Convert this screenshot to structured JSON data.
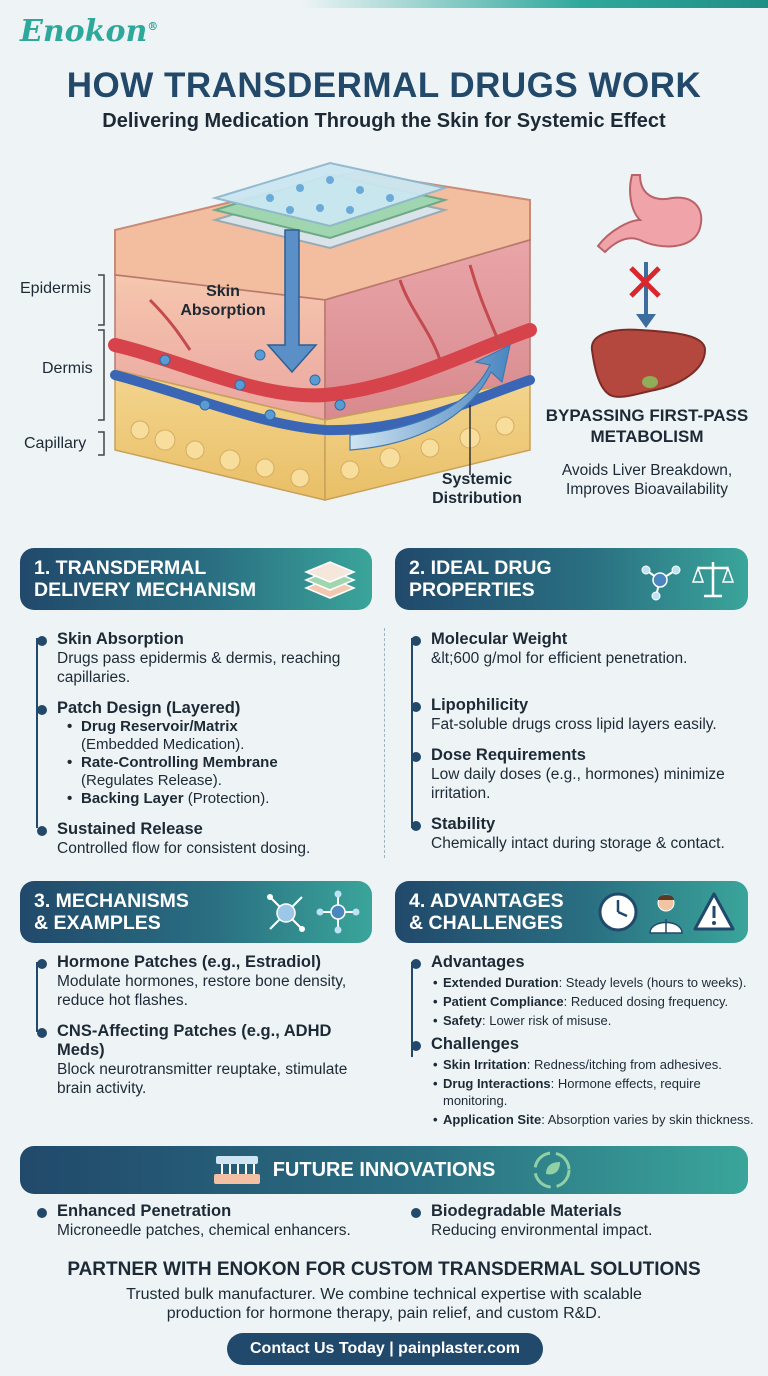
{
  "brand": {
    "logo": "Enokon",
    "reg": "®"
  },
  "header": {
    "title": "HOW TRANSDERMAL DRUGS WORK",
    "subtitle": "Delivering Medication Through the Skin for Systemic Effect"
  },
  "hero": {
    "labels": {
      "epidermis": "Epidermis",
      "dermis": "Dermis",
      "capillary": "Capillary"
    },
    "skin_absorption": [
      "Skin",
      "Absorption"
    ],
    "systemic_distribution": [
      "Systemic",
      "Distribution"
    ],
    "bypass_title": [
      "BYPASSING FIRST-PASS",
      "METABOLISM"
    ],
    "bypass_text": [
      "Avoids Liver Breakdown,",
      "Improves Bioavailability"
    ]
  },
  "sections": {
    "s1": {
      "header": [
        "1. TRANSDERMAL",
        "DELIVERY MECHANISM"
      ],
      "items": [
        {
          "title": "Skin Absorption",
          "text": "Drugs pass epidermis & dermis, reaching capillaries."
        },
        {
          "title": "Patch Design (Layered)",
          "subs": [
            {
              "bold": "Drug Reservoir/Matrix",
              "rest": "(Embedded Medication)."
            },
            {
              "bold": "Rate-Controlling Membrane",
              "rest": "(Regulates Release)."
            },
            {
              "bold": "Backing Layer",
              "rest": " (Protection)."
            }
          ]
        },
        {
          "title": "Sustained Release",
          "text": "Controlled flow for consistent dosing."
        }
      ]
    },
    "s2": {
      "header": [
        "2. IDEAL DRUG",
        "PROPERTIES"
      ],
      "items": [
        {
          "title": "Molecular Weight",
          "text": "&lt;600 g/mol for efficient penetration."
        },
        {
          "title": "Lipophilicity",
          "text": "Fat-soluble drugs cross lipid layers easily."
        },
        {
          "title": "Dose Requirements",
          "text": "Low daily doses (e.g., hormones) minimize irritation."
        },
        {
          "title": "Stability",
          "text": "Chemically intact during storage & contact."
        }
      ]
    },
    "s3": {
      "header": [
        "3. MECHANISMS",
        "& EXAMPLES"
      ],
      "items": [
        {
          "title": "Hormone Patches (e.g., Estradiol)",
          "text": "Modulate hormones, restore bone density, reduce hot flashes."
        },
        {
          "title": "CNS-Affecting Patches (e.g., ADHD Meds)",
          "text": "Block neurotransmitter reuptake, stimulate brain activity."
        }
      ]
    },
    "s4": {
      "header": [
        "4. ADVANTAGES",
        "& CHALLENGES"
      ],
      "advantages_title": "Advantages",
      "advantages": [
        {
          "bold": "Extended Duration",
          "rest": ": Steady levels (hours to weeks)."
        },
        {
          "bold": "Patient Compliance",
          "rest": ": Reduced dosing frequency."
        },
        {
          "bold": "Safety",
          "rest": ": Lower risk of misuse."
        }
      ],
      "challenges_title": "Challenges",
      "challenges": [
        {
          "bold": "Skin Irritation",
          "rest": ": Redness/itching from adhesives."
        },
        {
          "bold": "Drug Interactions",
          "rest": ": Hormone effects, require monitoring."
        },
        {
          "bold": "Application Site",
          "rest": ": Absorption varies by skin thickness."
        }
      ]
    }
  },
  "future": {
    "header": "FUTURE INNOVATIONS",
    "items": [
      {
        "title": "Enhanced Penetration",
        "text": "Microneedle patches, chemical enhancers."
      },
      {
        "title": "Biodegradable Materials",
        "text": "Reducing environmental impact."
      }
    ]
  },
  "footer": {
    "partner": "PARTNER WITH ENOKON FOR CUSTOM TRANSDERMAL SOLUTIONS",
    "text": "Trusted bulk manufacturer. We combine technical expertise with scalable production for hormone therapy, pain relief, and custom R&D.",
    "contact": "Contact Us Today | painplaster.com"
  },
  "colors": {
    "navy": "#21496b",
    "teal": "#2fa89c",
    "skin": "#f2b99a",
    "vein_red": "#d7434a",
    "vein_blue": "#3a66b5"
  }
}
